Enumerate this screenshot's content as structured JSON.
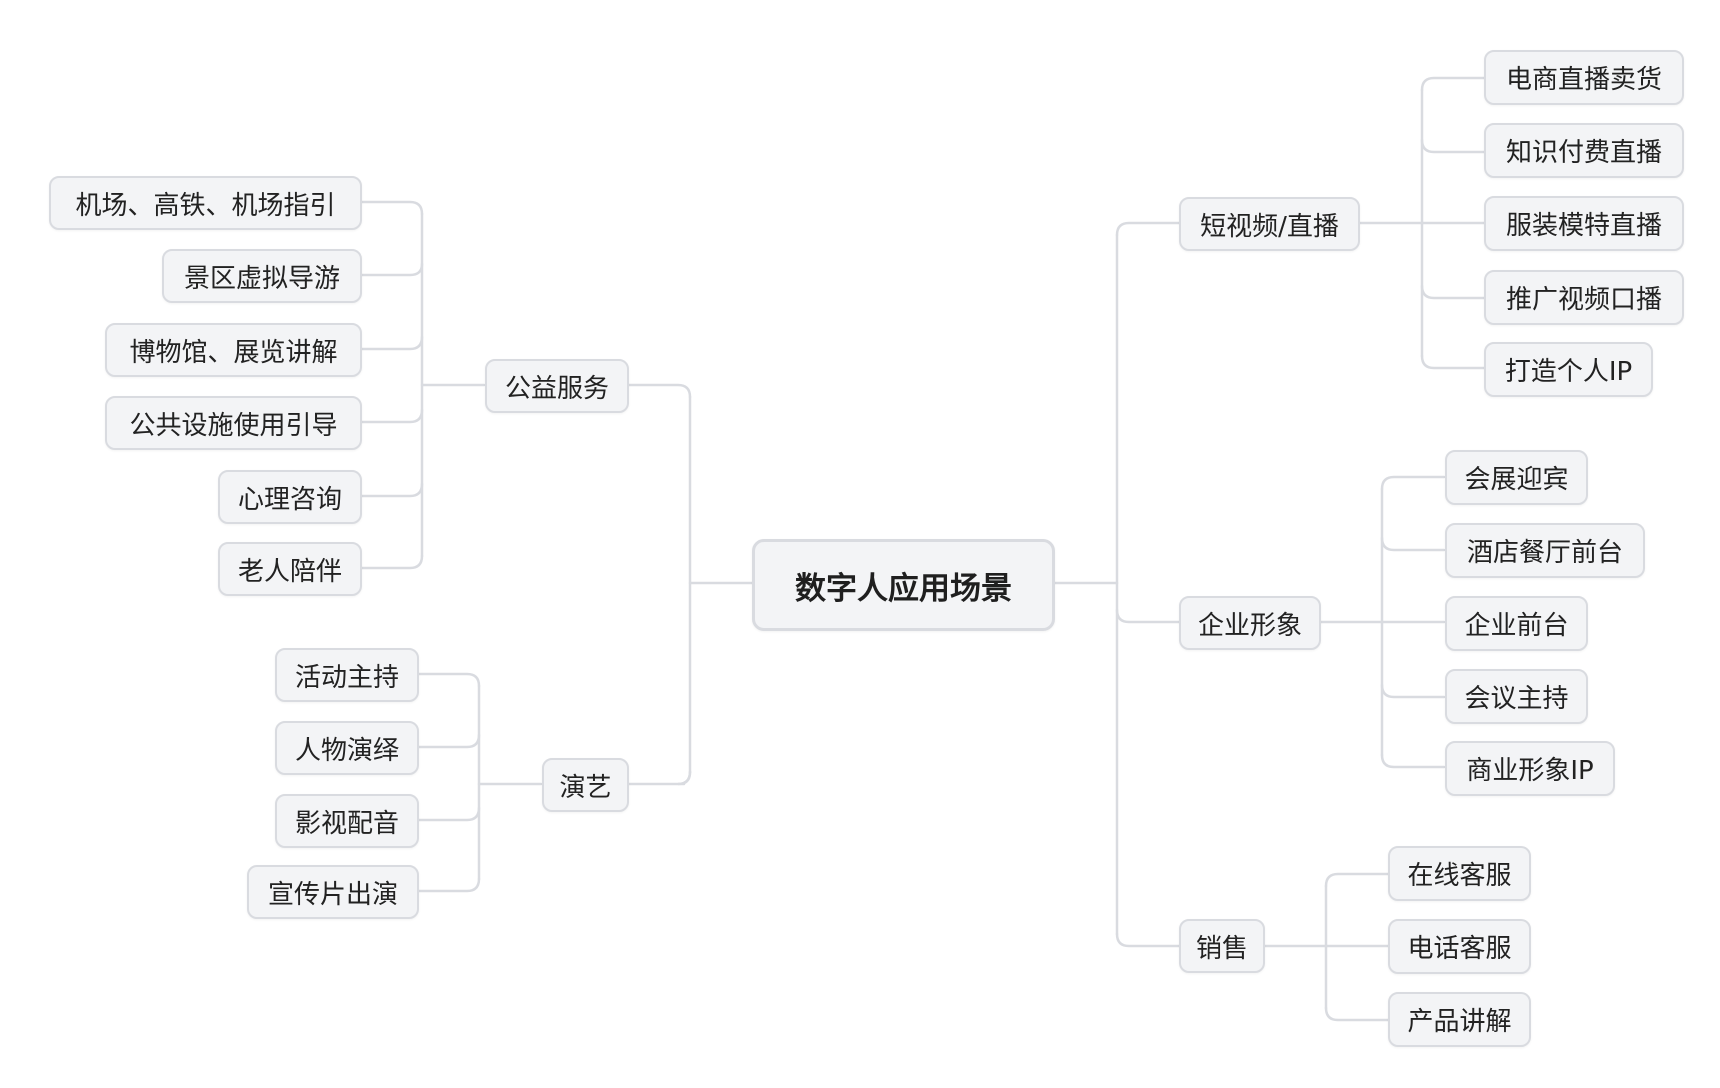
{
  "center": "数字人应用场景",
  "branches": {
    "public_service": {
      "label": "公益服务",
      "children": [
        "机场、高铁、机场指引",
        "景区虚拟导游",
        "博物馆、展览讲解",
        "公共设施使用引导",
        "心理咨询",
        "老人陪伴"
      ]
    },
    "performance": {
      "label": "演艺",
      "children": [
        "活动主持",
        "人物演绎",
        "影视配音",
        "宣传片出演"
      ]
    },
    "short_video": {
      "label": "短视频/直播",
      "children": [
        "电商直播卖货",
        "知识付费直播",
        "服装模特直播",
        "推广视频口播",
        "打造个人IP"
      ]
    },
    "enterprise": {
      "label": "企业形象",
      "children": [
        "会展迎宾",
        "酒店餐厅前台",
        "企业前台",
        "会议主持",
        "商业形象IP"
      ]
    },
    "sales": {
      "label": "销售",
      "children": [
        "在线客服",
        "电话客服",
        "产品讲解"
      ]
    }
  }
}
